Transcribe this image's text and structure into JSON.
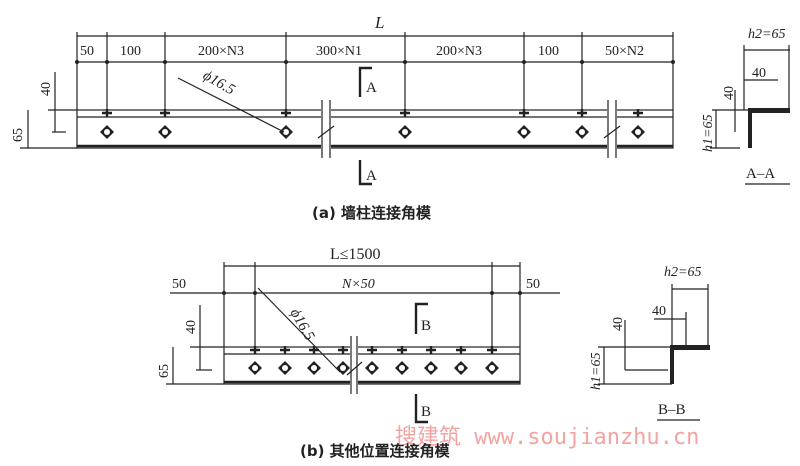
{
  "figure_a": {
    "overall_dim": "L",
    "segment_dims": [
      "50",
      "100",
      "200×N3",
      "300×N1",
      "200×N3",
      "100",
      "50×N2"
    ],
    "hole_label": "ϕ16.5",
    "vertical_dims": {
      "top": "40",
      "total": "65"
    },
    "section_mark": "A",
    "section": {
      "h2": "h2=65",
      "width": "40",
      "height_top": "40",
      "h1": "h1=65",
      "title": "A–A"
    },
    "caption": "(a) 墙柱连接角模"
  },
  "figure_b": {
    "overall_dim": "L≤1500",
    "segment_dims": [
      "50",
      "N×50",
      "50"
    ],
    "hole_label": "ϕ16.5",
    "vertical_dims": {
      "top": "40",
      "total": "65"
    },
    "section_mark": "B",
    "section": {
      "h2": "h2=65",
      "width": "40",
      "height_top": "40",
      "h1": "h1=65",
      "title": "B–B"
    },
    "caption": "(b) 其他位置连接角模"
  },
  "watermark": "搜建筑 www.soujianzhu.cn"
}
